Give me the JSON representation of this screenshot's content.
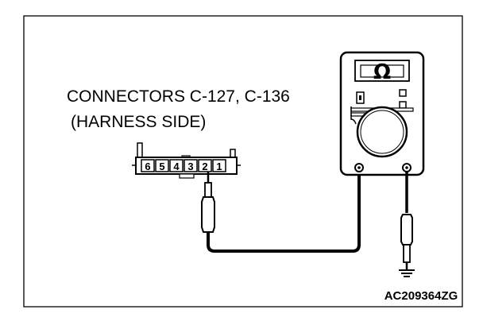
{
  "diagram": {
    "label_line1": "CONNECTORS C-127, C-136",
    "label_line2": "(HARNESS SIDE)",
    "connector_pins": [
      "6",
      "5",
      "4",
      "3",
      "2",
      "1"
    ],
    "probed_pin": "2",
    "meter_symbol": "Ω",
    "figure_code": "AC209364ZG"
  }
}
